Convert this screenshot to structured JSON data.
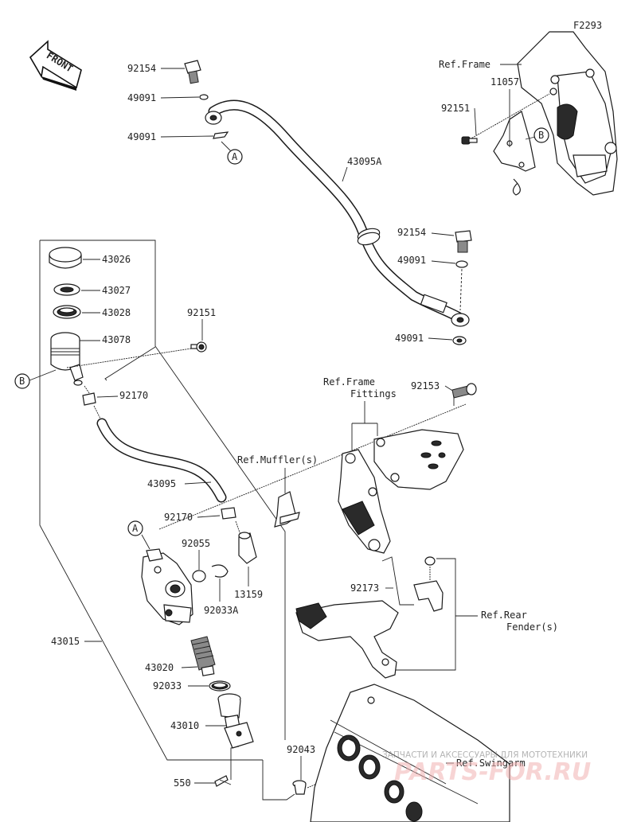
{
  "diagram_code": "F2293",
  "front_label": "FRONT",
  "callouts": {
    "A": "A",
    "B": "B"
  },
  "parts": {
    "p92154_top": "92154",
    "p49091_a": "49091",
    "p49091_b": "49091",
    "p43095A": "43095A",
    "p92154_r": "92154",
    "p49091_c": "49091",
    "p49091_d": "49091",
    "p43026": "43026",
    "p43027": "43027",
    "p43028": "43028",
    "p43078": "43078",
    "p92151_mid": "92151",
    "p92170_a": "92170",
    "p43095": "43095",
    "p92170_b": "92170",
    "p92055": "92055",
    "p13159": "13159",
    "p92033A": "92033A",
    "p43015": "43015",
    "p43020": "43020",
    "p92033": "92033",
    "p43010": "43010",
    "p550": "550",
    "p92043": "92043",
    "p92151_top": "92151",
    "p11057": "11057",
    "p92153": "92153",
    "p92173": "92173"
  },
  "references": {
    "frame": "Ref.Frame",
    "frame_fittings_1": "Ref.Frame",
    "frame_fittings_2": "Fittings",
    "mufflers": "Ref.Muffler(s)",
    "rear_fender_1": "Ref.Rear",
    "rear_fender_2": "Fender(s)",
    "swingarm": "Ref.Swingarm"
  },
  "watermark": {
    "line1": "ЗАПЧАСТИ И АКСЕССУАРЫ ДЛЯ МОТОТЕХНИКИ",
    "logo_text": "PARTS-FOR.RU"
  }
}
